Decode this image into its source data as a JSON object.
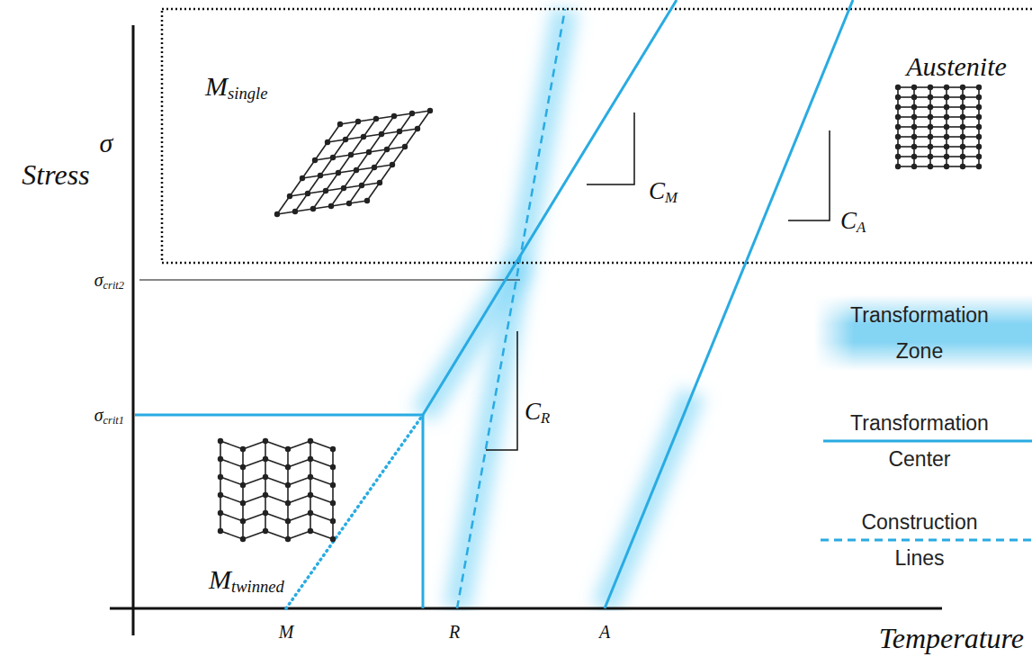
{
  "diagram": {
    "labels": [
      "σ",
      "Stress",
      "σcrit2",
      "σcrit1",
      "Msingle",
      "Austenite",
      "CM",
      "CA",
      "CR",
      "Mtwinned",
      "M",
      "R",
      "A",
      "Temperature"
    ],
    "legend": [
      {
        "text": "Transformation Zone",
        "color": "#5cc6f0"
      },
      {
        "text": "Transformation Center"
      },
      {
        "text": "Construction Lines"
      }
    ]
  }
}
